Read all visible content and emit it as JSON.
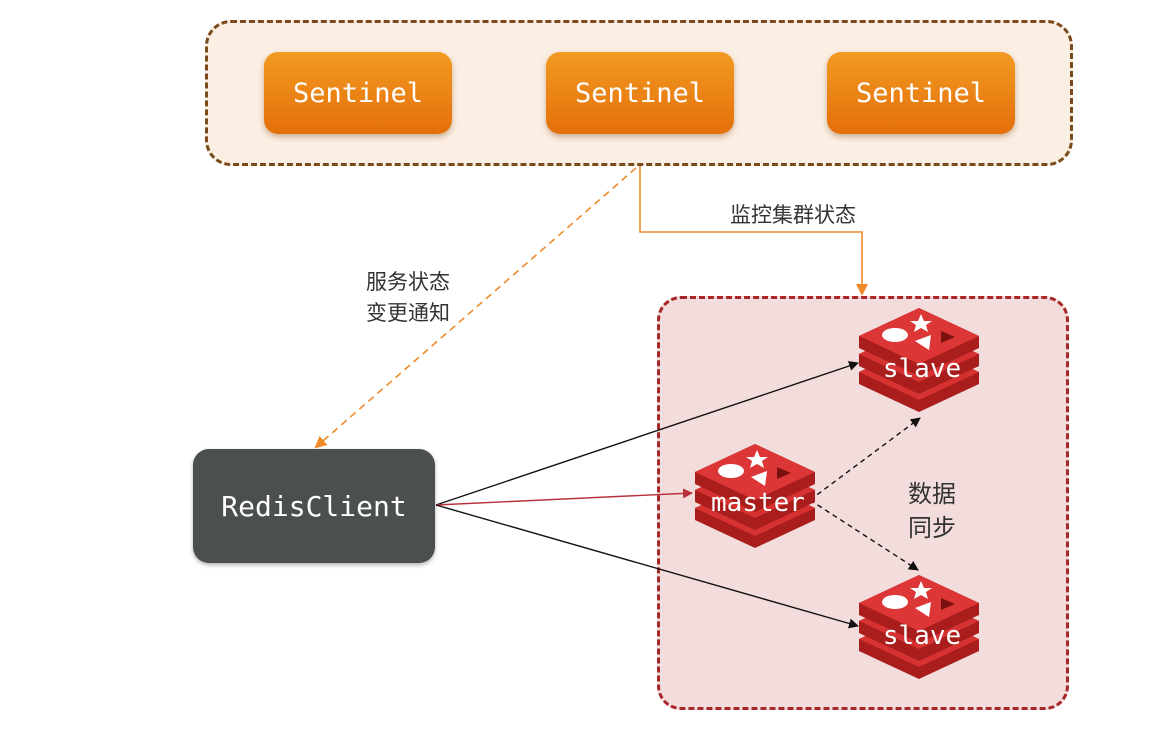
{
  "sentinels": [
    {
      "label": "Sentinel"
    },
    {
      "label": "Sentinel"
    },
    {
      "label": "Sentinel"
    }
  ],
  "client": {
    "label": "RedisClient"
  },
  "cluster": {
    "master": {
      "label": "master"
    },
    "slave_top": {
      "label": "slave"
    },
    "slave_bottom": {
      "label": "slave"
    }
  },
  "annotations": {
    "monitor": "监控集群状态",
    "notify_line1": "服务状态",
    "notify_line2": "变更通知",
    "sync_line1": "数据",
    "sync_line2": "同步"
  },
  "colors": {
    "sentinel_fill": "#e8780c",
    "sentinel_group_border": "#7a4a1c",
    "cluster_border": "#a8282a",
    "redis_red": "#c62a2a",
    "client_fill": "#4b4f4f",
    "orange_arrow": "#ef8a2a"
  }
}
